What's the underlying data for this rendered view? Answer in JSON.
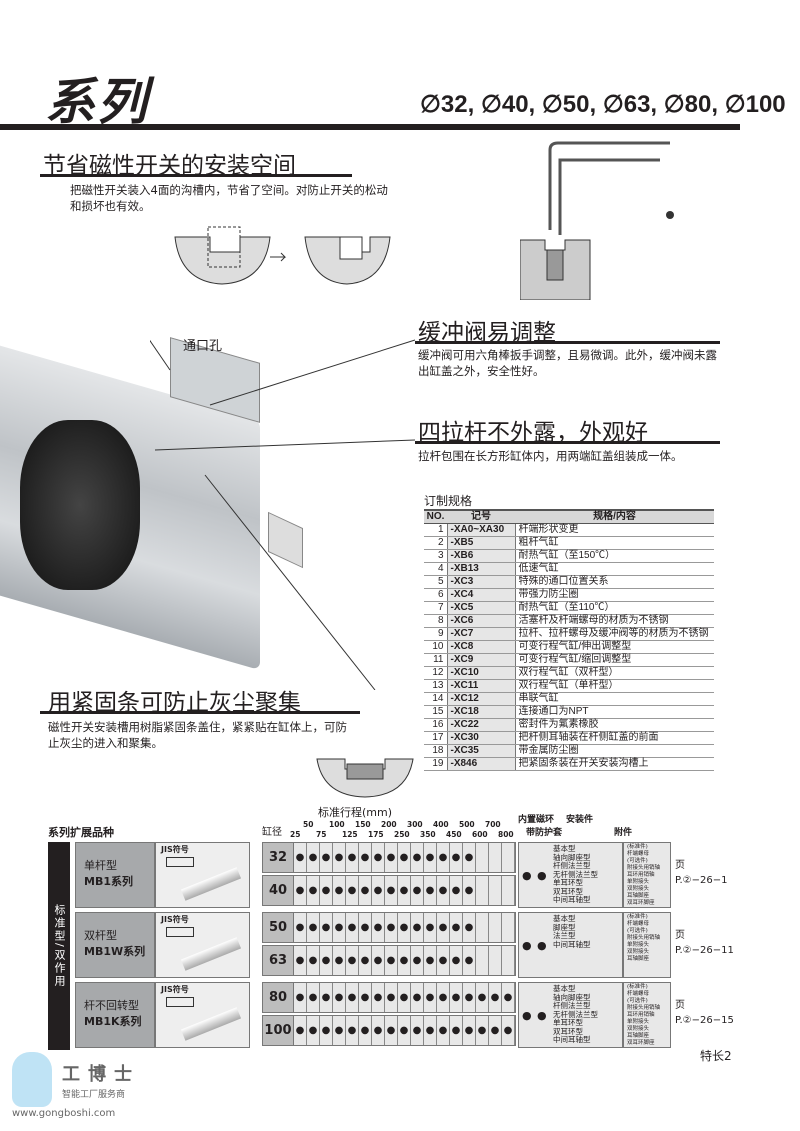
{
  "header": {
    "title": "系列",
    "sizes": "∅32, ∅40, ∅50, ∅63, ∅80, ∅100"
  },
  "feature1": {
    "heading": "节省磁性开关的安装空间",
    "text": "把磁性开关装入4面的沟槽内，节省了空间。对防止开关的松动和损坏也有效。"
  },
  "callout_port": "通口孔",
  "feature2": {
    "heading": "缓冲阀易调整",
    "text": "缓冲阀可用六角棒扳手调整，且易微调。此外，缓冲阀未露出缸盖之外，安全性好。"
  },
  "feature3": {
    "heading": "四拉杆不外露，外观好",
    "text": "拉杆包围在长方形缸体内，用两端缸盖组装成一体。"
  },
  "feature4": {
    "heading": "用紧固条可防止灰尘聚集",
    "text": "磁性开关安装槽用树脂紧固条盖住，紧紧贴在缸体上，可防止灰尘的进入和聚集。"
  },
  "spec_table": {
    "title": "订制规格",
    "headers": [
      "NO.",
      "记号",
      "规格/内容"
    ],
    "rows": [
      [
        "1",
        "-XA0~XA30",
        "杆端形状变更"
      ],
      [
        "2",
        "-XB5",
        "粗杆气缸"
      ],
      [
        "3",
        "-XB6",
        "耐热气缸（至150℃）"
      ],
      [
        "4",
        "-XB13",
        "低速气缸"
      ],
      [
        "5",
        "-XC3",
        "特殊的通口位置关系"
      ],
      [
        "6",
        "-XC4",
        "带强力防尘圈"
      ],
      [
        "7",
        "-XC5",
        "耐热气缸（至110℃）"
      ],
      [
        "8",
        "-XC6",
        "活塞杆及杆端螺母的材质为不锈钢"
      ],
      [
        "9",
        "-XC7",
        "拉杆、拉杆螺母及缓冲阀等的材质为不锈钢"
      ],
      [
        "10",
        "-XC8",
        "可变行程气缸/伸出调整型"
      ],
      [
        "11",
        "-XC9",
        "可变行程气缸/缩回调整型"
      ],
      [
        "12",
        "-XC10",
        "双行程气缸（双杆型）"
      ],
      [
        "13",
        "-XC11",
        "双行程气缸（单杆型）"
      ],
      [
        "14",
        "-XC12",
        "串联气缸"
      ],
      [
        "15",
        "-XC18",
        "连接通口为NPT"
      ],
      [
        "16",
        "-XC22",
        "密封件为氟素橡胶"
      ],
      [
        "17",
        "-XC30",
        "把杆侧耳轴装在杆侧缸盖的前面"
      ],
      [
        "18",
        "-XC35",
        "带金属防尘圈"
      ],
      [
        "19",
        "-X846",
        "把紧固条装在开关安装沟槽上"
      ]
    ]
  },
  "series_chart": {
    "title": "系列扩展品种",
    "category": "标准型/双作用",
    "stroke_title": "标准行程(mm)",
    "bore_label": "缸径",
    "jis_label": "JIS符号",
    "strokes": [
      "25",
      "50",
      "75",
      "100",
      "125",
      "150",
      "175",
      "200",
      "250",
      "300",
      "350",
      "400",
      "450",
      "500",
      "600",
      "700",
      "800"
    ],
    "col_headers": [
      "内置磁环",
      "带防护套",
      "安装件",
      "附件"
    ],
    "page_label": "页",
    "groups": [
      {
        "name": "单杆型",
        "series": "MB1系列",
        "rows": [
          {
            "bore": "32",
            "count": 14
          },
          {
            "bore": "40",
            "count": 14
          }
        ],
        "mounts": "基本型\n轴向脚座型\n杆侧法兰型\n无杆侧法兰型\n单耳环型\n双耳环型\n中间耳轴型",
        "accessories": "(标准件)\n杆端螺母\n(可选件)\n附接头用销轴\n耳环用销轴\n单附接头\n双附接头\n耳轴脚座\n双耳环脚座",
        "ref": "P.②−26−1"
      },
      {
        "name": "双杆型",
        "series": "MB1W系列",
        "rows": [
          {
            "bore": "50",
            "count": 14
          },
          {
            "bore": "63",
            "count": 14
          }
        ],
        "mounts": "基本型\n脚座型\n法兰型\n中间耳轴型",
        "accessories": "(标准件)\n杆端螺母\n(可选件)\n附接头用销轴\n单附接头\n双附接头\n耳轴脚座",
        "ref": "P.②−26−11"
      },
      {
        "name": "杆不回转型",
        "series": "MB1K系列",
        "rows": [
          {
            "bore": "80",
            "count": 17
          },
          {
            "bore": "100",
            "count": 17
          }
        ],
        "mounts": "基本型\n轴向脚座型\n杆侧法兰型\n无杆侧法兰型\n单耳环型\n双耳环型\n中间耳轴型",
        "accessories": "(标准件)\n杆端螺母\n(可选件)\n附接头用销轴\n耳环用销轴\n单附接头\n双附接头\n耳轴脚座\n双耳环脚座",
        "ref": "P.②−26−15"
      }
    ],
    "dot": "●"
  },
  "footer": {
    "page": "特长2",
    "logo_name": "工博士",
    "logo_tagline": "智能工厂服务商",
    "logo_url": "www.gongboshi.com"
  }
}
